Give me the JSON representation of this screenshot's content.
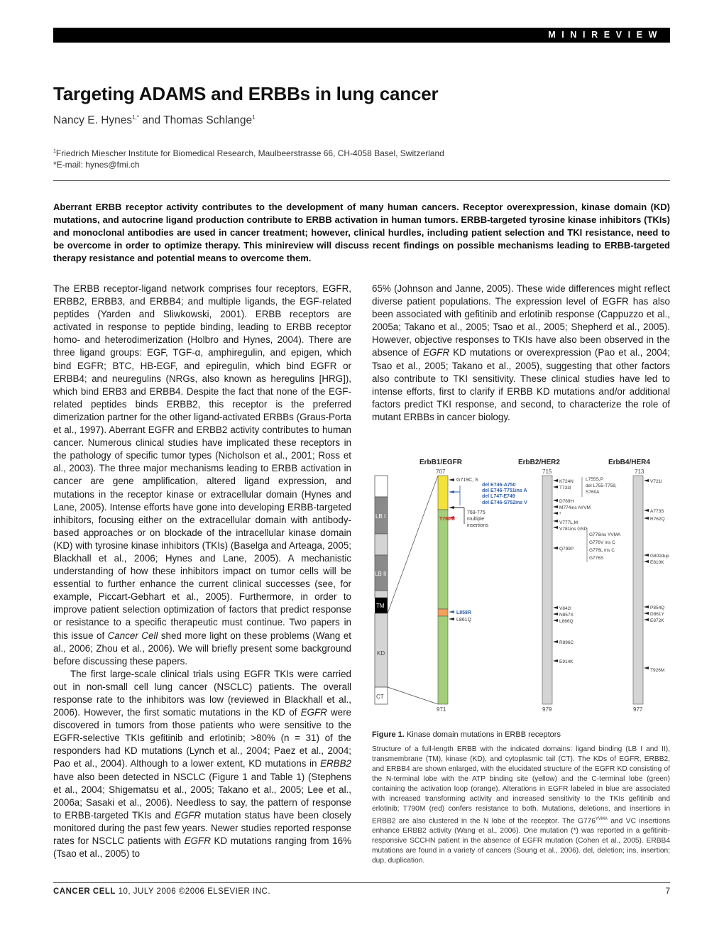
{
  "header": {
    "section": "MINIREVIEW"
  },
  "article": {
    "title": "Targeting ADAMS and ERBBs in lung cancer",
    "authors": {
      "name1": "Nancy E. Hynes",
      "sup1": "1,*",
      "connector": " and Thomas Schlange",
      "sup2": "1"
    },
    "affiliation": "Friedrich Miescher Institute for Biomedical Research, Maulbeerstrasse 66, CH-4058 Basel, Switzerland",
    "affiliation_sup": "1",
    "email": "*E-mail: hynes@fmi.ch",
    "abstract": "Aberrant ERBB receptor activity contributes to the development of many human cancers. Receptor overexpression, kinase domain (KD) mutations, and autocrine ligand production contribute to ERBB activation in human tumors. ERBB-targeted tyrosine kinase inhibitors (TKIs) and monoclonal antibodies are used in cancer treatment; however, clinical hurdles, including patient selection and TKI resistance, need to be overcome in order to optimize therapy. This minireview will discuss recent findings on possible mechanisms leading to ERBB-targeted therapy resistance and potential means to overcome them."
  },
  "body": {
    "col1_p1": "The ERBB receptor-ligand network comprises four receptors, EGFR, ERBB2, ERBB3, and ERBB4; and multiple ligands, the EGF-related peptides (Yarden and Sliwkowski, 2001). ERBB receptors are activated in response to peptide binding, leading to ERBB receptor homo- and heterodimerization (Holbro and Hynes, 2004). There are three ligand groups: EGF, TGF-α, amphiregulin, and epigen, which bind EGFR; BTC, HB-EGF, and epiregulin, which bind EGFR or ERBB4; and neuregulins (NRGs, also known as heregulins [HRG]), which bind ERB3 and ERBB4. Despite the fact that none of the EGF-related peptides binds ERBB2, this receptor is the preferred dimerization partner for the other ligand-activated ERBBs (Graus-Porta et al., 1997). Aberrant EGFR and ERBB2 activity contributes to human cancer. Numerous clinical studies have implicated these receptors in the pathology of specific tumor types (Nicholson et al., 2001; Ross et al., 2003). The three major mechanisms leading to ERBB activation in cancer are gene amplification, altered ligand expression, and mutations in the receptor kinase or extracellular domain (Hynes and Lane, 2005). Intense efforts have gone into developing ERBB-targeted inhibitors, focusing either on the extracellular domain with antibody-based approaches or on blockade of the intracellular kinase domain (KD) with tyrosine kinase inhibitors (TKIs) (Baselga and Arteaga, 2005; Blackhall et al., 2006; Hynes and Lane, 2005). A mechanistic understanding of how these inhibitors impact on tumor cells will be essential to further enhance the current clinical successes (see, for example, Piccart-Gebhart et al., 2005). Furthermore, in order to improve patient selection optimization of factors that predict response or resistance to a specific therapeutic must continue. Two papers in this issue of ",
    "col1_p1_italic": "Cancer Cell",
    "col1_p1_end": " shed more light on these problems (Wang et al., 2006; Zhou et al., 2006). We will briefly present some background before discussing these papers.",
    "col1_p2_a": "The first large-scale clinical trials using EGFR TKIs were carried out in non-small cell lung cancer (NSCLC) patients. The overall response rate to the inhibitors was low (reviewed in Blackhall et al., 2006). However, the first somatic mutations in the KD of ",
    "col1_p2_i1": "EGFR",
    "col1_p2_b": " were discovered in tumors from those patients who were sensitive to the EGFR-selective TKIs gefitinib and erlotinib; >80% (n = 31) of the responders had KD mutations (Lynch et al., 2004; Paez et al., 2004; Pao et al., 2004). Although to a lower extent, KD mutations in ",
    "col1_p2_i2": "ERBB2",
    "col1_p2_c": " have also been detected in NSCLC (Figure 1 and Table 1) (Stephens et al., 2004; Shigematsu et al., 2005; Takano et al., 2005; Lee et al., 2006a; Sasaki et al., 2006). Needless to say, the pattern of response to ERBB-targeted TKIs and ",
    "col1_p2_i3": "EGFR",
    "col1_p2_d": " mutation status have been closely monitored during the past few years. Newer studies reported response rates for NSCLC patients with ",
    "col1_p2_i4": "EGFR",
    "col1_p2_e": " KD mutations ranging from 16% (Tsao et al., 2005) to",
    "col2_a": "65% (Johnson and Janne, 2005). These wide differences might reflect diverse patient populations. The expression level of EGFR has also been associated with gefitinib and erlotinib response (Cappuzzo et al., 2005a; Takano et al., 2005; Tsao et al., 2005; Shepherd et al., 2005). However, objective responses to TKIs have also been observed in the absence of ",
    "col2_i1": "EGFR",
    "col2_b": " KD mutations or overexpression (Pao et al., 2004; Tsao et al., 2005; Takano et al., 2005), suggesting that other factors also contribute to TKI sensitivity. These clinical studies have led to intense efforts, first to clarify if ERBB KD mutations and/or additional factors predict TKI response, and second, to characterize the role of mutant ERBBs in cancer biology."
  },
  "figure": {
    "headers": {
      "egfr": "ErbB1/EGFR",
      "her2": "ErbB2/HER2",
      "her4": "ErbB4/HER4"
    },
    "domains": {
      "lb1": "LB I",
      "lb2": "LB II",
      "tm": "TM",
      "kd": "KD",
      "ct": "CT"
    },
    "numbers": {
      "egfr_start": "707",
      "egfr_end": "971",
      "her2_start": "715",
      "her2_end": "979",
      "her4_start": "713",
      "her4_end": "977"
    },
    "egfr_labels": {
      "g719": "G719C, S",
      "del1": "del E746-A750",
      "del2": "del E746-T751ins A",
      "del3": "del L747-E749",
      "del4": "del E746-S752ins V",
      "t790m": "T790M",
      "ins1": "769-775",
      "ins2": "multiple",
      "ins3": "insertions",
      "l858r": "L858R",
      "l861q": "L861Q"
    },
    "her2_labels": {
      "k724n": "K724N",
      "t733i": "T733I",
      "l755": "L755S,P",
      "dell755": "del L755-T759,",
      "s760a": "S760A",
      "d769h": "D769H",
      "m774": "M774ins AYVM",
      "v777": "V777L,M",
      "v781": "V781ins GSP",
      "g776yvma": "G776ins YVMA",
      "g776vc": "G776V ins C",
      "g776l": "G776L ins C",
      "g776s": "G776S",
      "q799p": "Q799P",
      "v842i": "V842I",
      "n857s": "N857S",
      "l866q": "L866Q",
      "r896c": "R896C",
      "e914k": "E914K"
    },
    "her4_labels": {
      "v721i": "V721I",
      "a773s": "A773S",
      "r762q": "R762Q",
      "g802dup": "G802dup",
      "e810k": "E810K",
      "p854q": "P854Q",
      "d861y": "D861Y",
      "e872k": "E872K",
      "t926m": "T926M"
    },
    "colors": {
      "atp_loop": "#f2e23a",
      "c_lobe": "#a4cf7a",
      "activation_loop": "#f4a259",
      "sensitizing": "#2f5fa8",
      "resistance": "#d01c1c",
      "domain_gray": "#d4d4d4",
      "domain_dark": "#8a8a8a"
    },
    "caption_label": "Figure 1.",
    "caption_title": " Kinase domain mutations in ERBB receptors",
    "caption_a": "Structure of a full-length ERBB with the indicated domains: ligand binding (LB I and II), transmembrane (TM), kinase (KD), and cytoplasmic tail (CT). The KDs of EGFR, ERBB2, and ERBB4 are shown enlarged, with the elucidated structure of the EGFR KD consisting of the N-terminal lobe with the ATP binding site (yellow) and the C-terminal lobe (green) containing the activation loop (orange). Alterations in EGFR labeled in blue are associated with increased transforming activity and increased sensitivity to the TKIs gefitinib and erlotinib; T790M (red) confers resistance to both. Mutations, deletions, and insertions in ERBB2 are also clustered in the N lobe of the receptor. The G776",
    "caption_sup": "YVMA",
    "caption_b": " and VC insertions enhance ERBB2 activity (Wang et al., 2006). One mutation (*) was reported in a gefitinib-responsive SCCHN patient in the absence of EGFR mutation (Cohen et al., 2005). ERBB4 mutations are found in a variety of cancers (Soung et al., 2006). del, deletion; ins, insertion; dup, duplication."
  },
  "footer": {
    "journal": "CANCER CELL",
    "citation": " 10, JULY 2006 ©2006 ELSEVIER INC.",
    "page": "7"
  }
}
